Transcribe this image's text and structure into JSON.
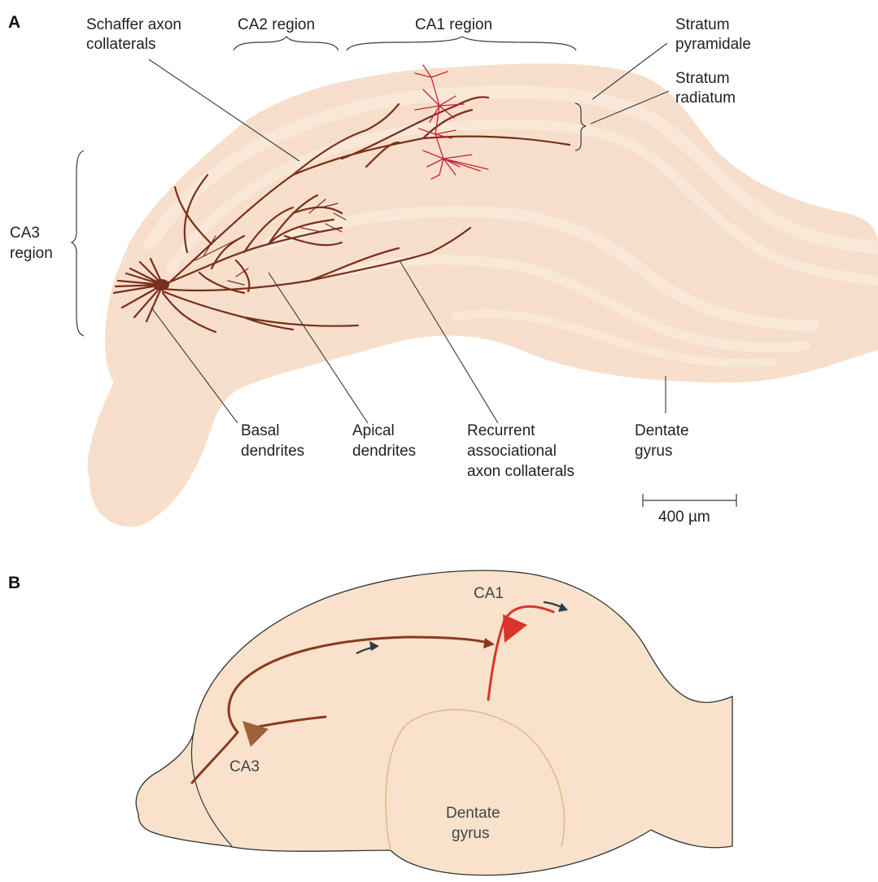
{
  "panel_a": {
    "letter": "A",
    "labels": {
      "schaffer": [
        "Schaffer axon",
        "collaterals"
      ],
      "ca2": "CA2 region",
      "ca1": "CA1 region",
      "stratum_pyramidale": [
        "Stratum",
        "pyramidale"
      ],
      "stratum_radiatum": [
        "Stratum",
        "radiatum"
      ],
      "ca3": [
        "CA3",
        "region"
      ],
      "basal": [
        "Basal",
        "dendrites"
      ],
      "apical": [
        "Apical",
        "dendrites"
      ],
      "recurrent": [
        "Recurrent",
        "associational",
        "axon collaterals"
      ],
      "dentate": [
        "Dentate",
        "gyrus"
      ],
      "scale": "400 µm"
    }
  },
  "panel_b": {
    "letter": "B",
    "labels": {
      "ca1": "CA1",
      "ca3": "CA3",
      "dentate": [
        "Dentate",
        "gyrus"
      ]
    }
  },
  "colors": {
    "tissue": "#f5d9c2",
    "tissue_layer": "#f9e6d5",
    "panel_b_fill": "#f8e2cc",
    "neuron": "#7a2e1c",
    "ca1_neuron": "#c8233a",
    "ca3_soma": "#a0603a"
  }
}
